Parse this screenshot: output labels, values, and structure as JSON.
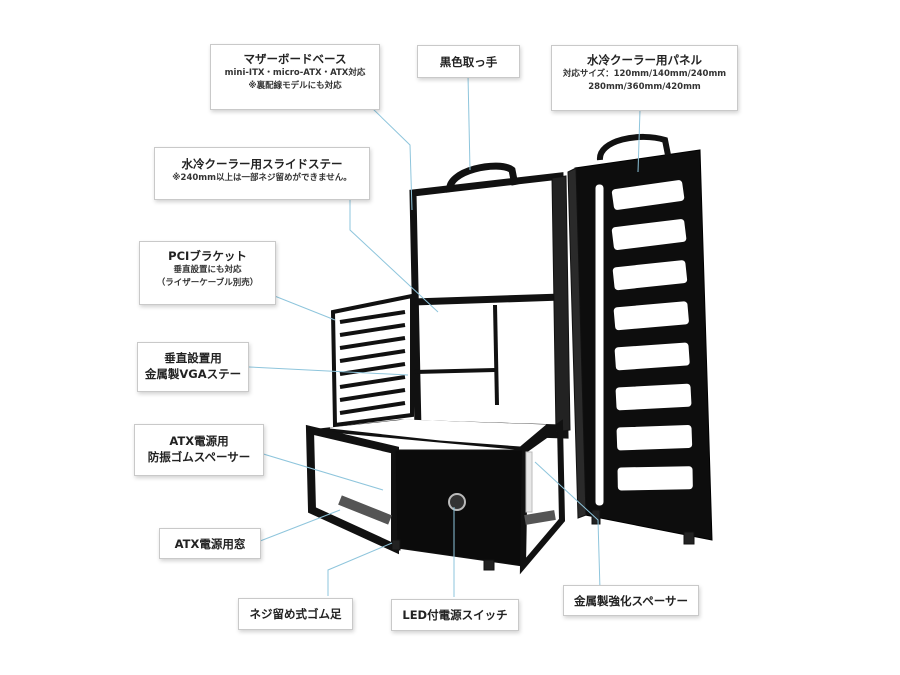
{
  "callouts": {
    "motherboard_base": {
      "title": "マザーボードベース",
      "lines": [
        "mini-ITX・micro-ATX・ATX対応",
        "※裏配線モデルにも対応"
      ]
    },
    "handle": {
      "title": "黒色取っ手"
    },
    "radiator_panel": {
      "title": "水冷クーラー用パネル",
      "lines": [
        "対応サイズ：120mm/140mm/240mm",
        "280mm/360mm/420mm"
      ]
    },
    "slide_stay": {
      "title": "水冷クーラー用スライドステー",
      "lines": [
        "※240mm以上は一部ネジ留めができません。"
      ]
    },
    "pci_bracket": {
      "title": "PCIブラケット",
      "lines": [
        "垂直設置にも対応",
        "（ライザーケーブル別売）"
      ]
    },
    "vga_stay": {
      "title": "垂直設置用",
      "lines": [
        "金属製VGAステー"
      ]
    },
    "psu_spacer": {
      "title": "ATX電源用",
      "lines": [
        "防振ゴムスペーサー"
      ]
    },
    "psu_window": {
      "title": "ATX電源用窓"
    },
    "feet": {
      "title": "ネジ留め式ゴム足"
    },
    "power_switch": {
      "title": "LED付電源スイッチ"
    },
    "metal_spacer": {
      "title": "金属製強化スペーサー"
    }
  },
  "colors": {
    "leader": "#8ec5dc",
    "frame": "#111111",
    "panel_bg": "#ffffff"
  }
}
